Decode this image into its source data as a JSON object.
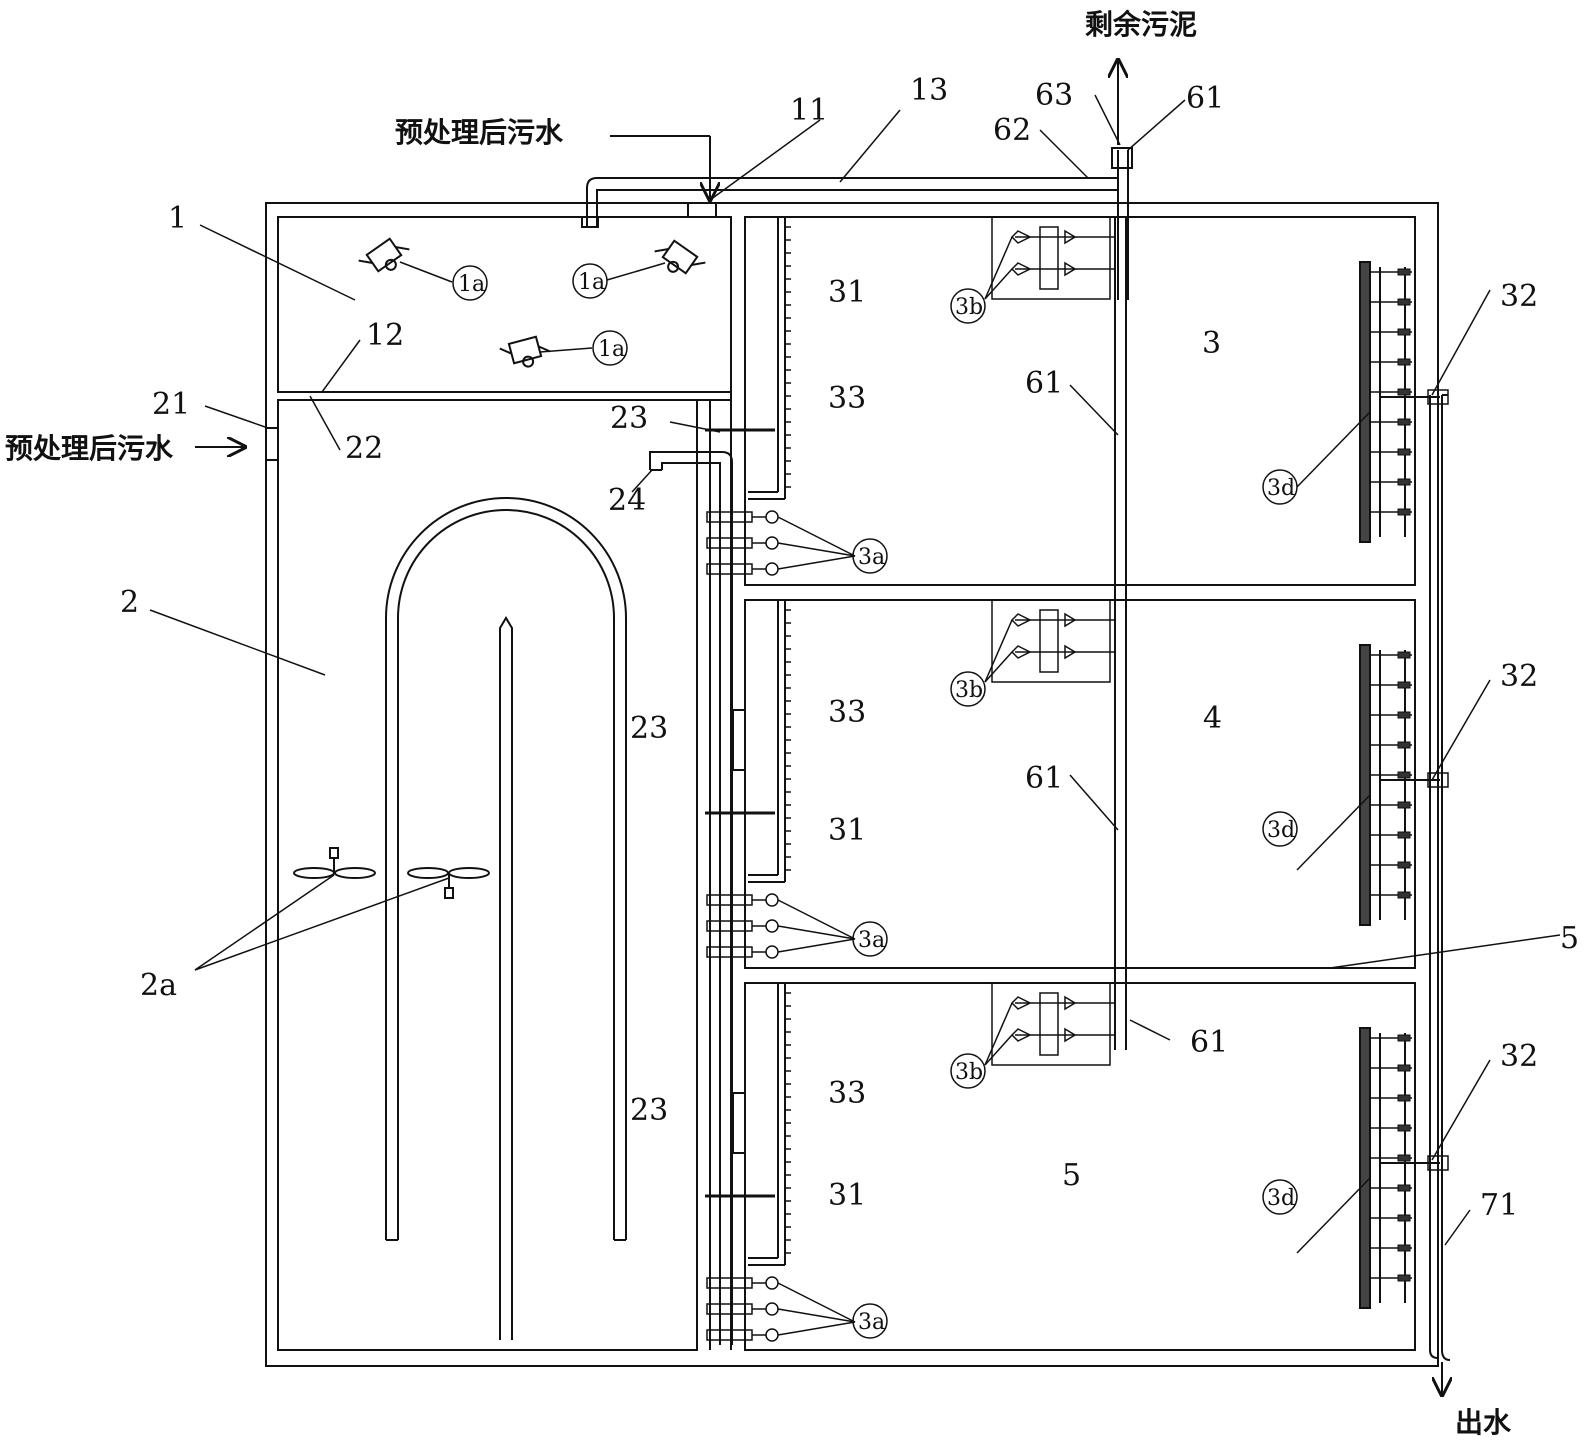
{
  "labels": {
    "inlet_top": "预处理后污水",
    "inlet_left": "预处理后污水",
    "sludge_out": "剩余污泥",
    "water_out": "出水",
    "n1": "1",
    "n2": "2",
    "n3": "3",
    "n4": "4",
    "n5a": "5",
    "n5b": "5",
    "n11": "11",
    "n12": "12",
    "n13": "13",
    "n21": "21",
    "n22": "22",
    "n23a": "23",
    "n23b": "23",
    "n23c": "23",
    "n24": "24",
    "n31a": "31",
    "n31b": "31",
    "n31c": "31",
    "n32a": "32",
    "n32b": "32",
    "n32c": "32",
    "n33a": "33",
    "n33b": "33",
    "n33c": "33",
    "n61a": "61",
    "n61b": "61",
    "n61c": "61",
    "n61d": "61",
    "n62": "62",
    "n63": "63",
    "n71": "71",
    "c1a_1": "1a",
    "c1a_2": "1a",
    "c1a_3": "1a",
    "c2a": "2a",
    "c3a_1": "3a",
    "c3a_2": "3a",
    "c3a_3": "3a",
    "c3b_1": "3b",
    "c3b_2": "3b",
    "c3b_3": "3b",
    "c3d_1": "3d",
    "c3d_2": "3d",
    "c3d_3": "3d"
  },
  "icons": [
    "surface-aerator-icon",
    "mixer-propeller-icon",
    "valve-icon",
    "membrane-module-icon",
    "arrow-icon"
  ]
}
